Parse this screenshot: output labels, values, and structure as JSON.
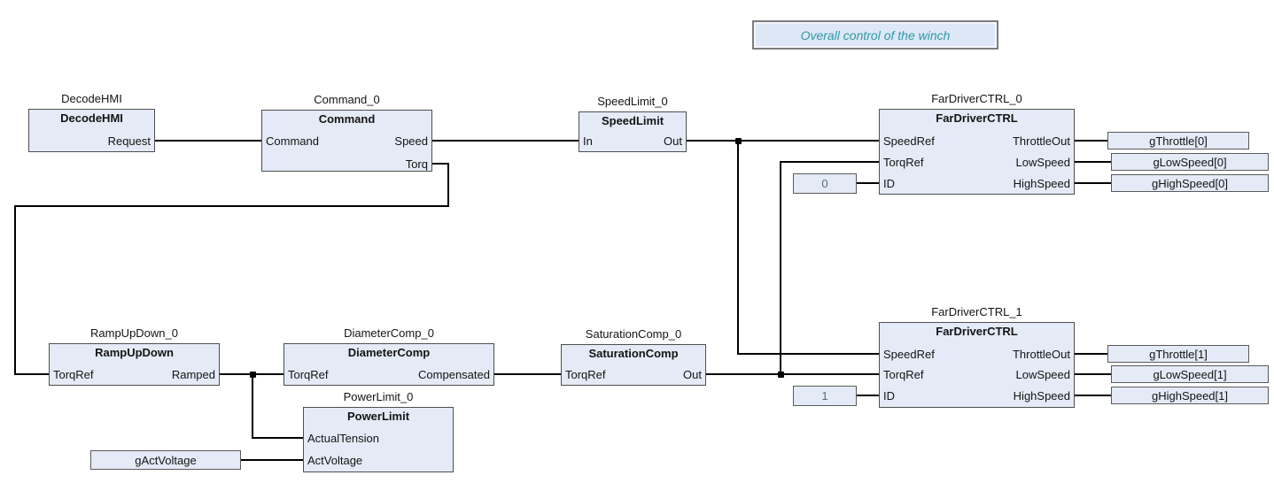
{
  "comment": {
    "text": "Overall control of the winch"
  },
  "blocks": {
    "decodeHMI": {
      "instance": "DecodeHMI",
      "title": "DecodeHMI",
      "pins": {
        "request": "Request"
      }
    },
    "command": {
      "instance": "Command_0",
      "title": "Command",
      "pins": {
        "command": "Command",
        "speed": "Speed",
        "torq": "Torq"
      }
    },
    "speedLimit": {
      "instance": "SpeedLimit_0",
      "title": "SpeedLimit",
      "pins": {
        "in": "In",
        "out": "Out"
      }
    },
    "farDriver0": {
      "instance": "FarDriverCTRL_0",
      "title": "FarDriverCTRL",
      "pins": {
        "speedRef": "SpeedRef",
        "torqRef": "TorqRef",
        "id": "ID",
        "throttleOut": "ThrottleOut",
        "lowSpeed": "LowSpeed",
        "highSpeed": "HighSpeed"
      }
    },
    "farDriver1": {
      "instance": "FarDriverCTRL_1",
      "title": "FarDriverCTRL",
      "pins": {
        "speedRef": "SpeedRef",
        "torqRef": "TorqRef",
        "id": "ID",
        "throttleOut": "ThrottleOut",
        "lowSpeed": "LowSpeed",
        "highSpeed": "HighSpeed"
      }
    },
    "rampUpDown": {
      "instance": "RampUpDown_0",
      "title": "RampUpDown",
      "pins": {
        "torqRef": "TorqRef",
        "ramped": "Ramped"
      }
    },
    "diameterComp": {
      "instance": "DiameterComp_0",
      "title": "DiameterComp",
      "pins": {
        "torqRef": "TorqRef",
        "compensated": "Compensated"
      }
    },
    "saturationComp": {
      "instance": "SaturationComp_0",
      "title": "SaturationComp",
      "pins": {
        "torqRef": "TorqRef",
        "out": "Out"
      }
    },
    "powerLimit": {
      "instance": "PowerLimit_0",
      "title": "PowerLimit",
      "pins": {
        "actualTension": "ActualTension",
        "actVoltage": "ActVoltage"
      }
    }
  },
  "constants": {
    "id0": "0",
    "id1": "1"
  },
  "variables": {
    "gActVoltage": "gActVoltage",
    "gThrottle0": "gThrottle[0]",
    "gLowSpeed0": "gLowSpeed[0]",
    "gHighSpeed0": "gHighSpeed[0]",
    "gThrottle1": "gThrottle[1]",
    "gLowSpeed1": "gLowSpeed[1]",
    "gHighSpeed1": "gHighSpeed[1]"
  },
  "colors": {
    "block_fill": "#e4eaf6",
    "block_border": "#4e4e4e",
    "comment_text": "#2e99a8",
    "wire": "#000000"
  }
}
